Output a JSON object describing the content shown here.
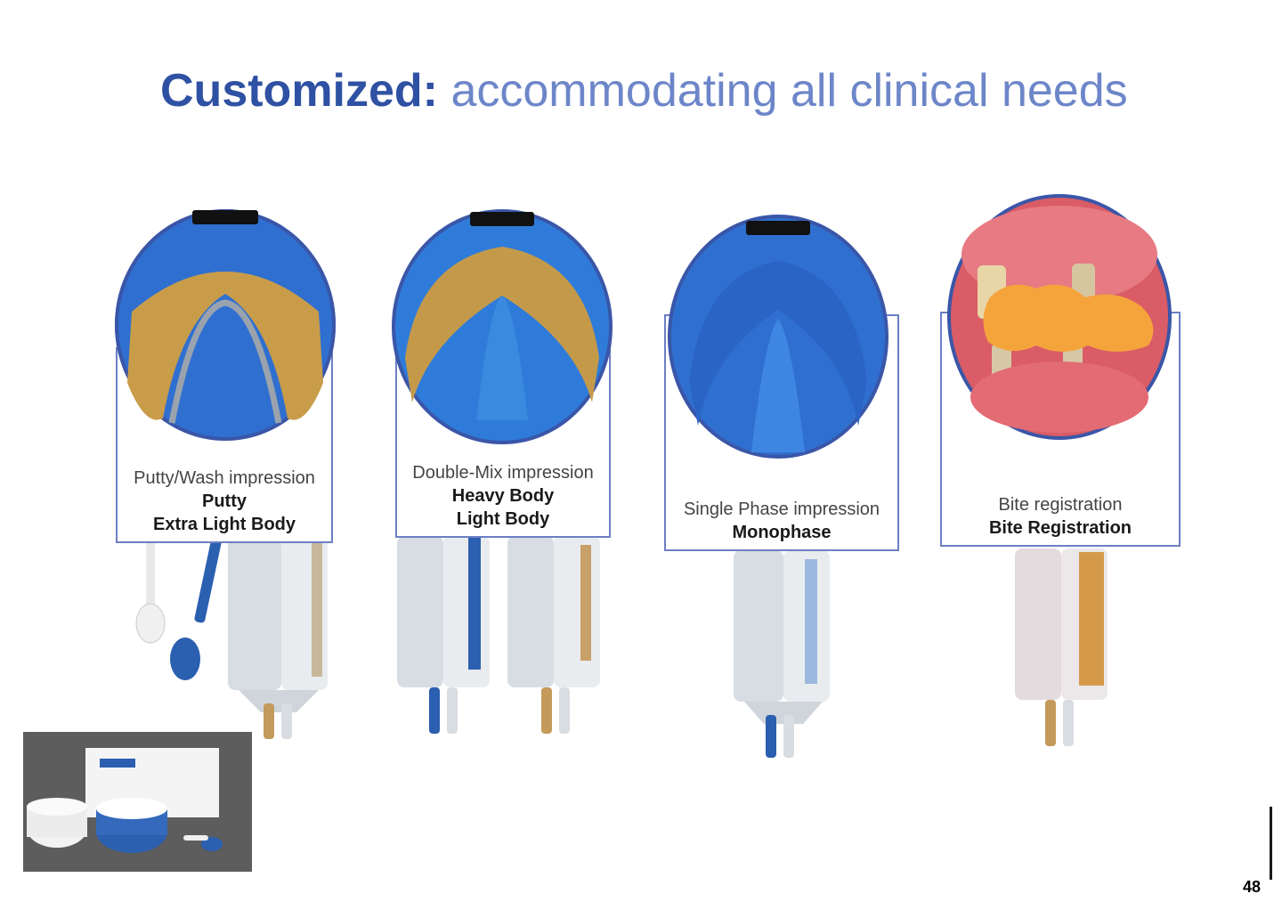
{
  "slide": {
    "title_strong": "Customized:",
    "title_rest": " accommodating all clinical needs",
    "page_number": "48"
  },
  "colors": {
    "title_strong": "#2f51a3",
    "title_rest": "#6d86c9",
    "frame_border": "#6c7fc4",
    "impression_blue": "#2f7bd9",
    "putty_tan": "#c99c4a",
    "bite_orange": "#f5a43c",
    "gum_pink": "#e8707a"
  },
  "panels": [
    {
      "id": "putty-wash",
      "line1": "Putty/Wash impression",
      "line2": "Putty",
      "line3": "Extra Light Body",
      "photo_icon": "putty-wash-impression-photo",
      "product_icon": "cartridge-and-spoon-icons"
    },
    {
      "id": "double-mix",
      "line1": "Double-Mix impression",
      "line2": "Heavy Body",
      "line3": "Light Body",
      "photo_icon": "double-mix-impression-photo",
      "product_icon": "two-cartridges-icon"
    },
    {
      "id": "single-phase",
      "line1": "Single Phase impression",
      "line2": "Monophase",
      "line3": "",
      "photo_icon": "monophase-impression-photo",
      "product_icon": "cartridge-icon"
    },
    {
      "id": "bite",
      "line1": "Bite registration",
      "line2": "Bite Registration",
      "line3": "",
      "photo_icon": "bite-registration-photo",
      "product_icon": "cartridge-icon"
    }
  ],
  "kit_icon": "putty-kit-product-photo"
}
